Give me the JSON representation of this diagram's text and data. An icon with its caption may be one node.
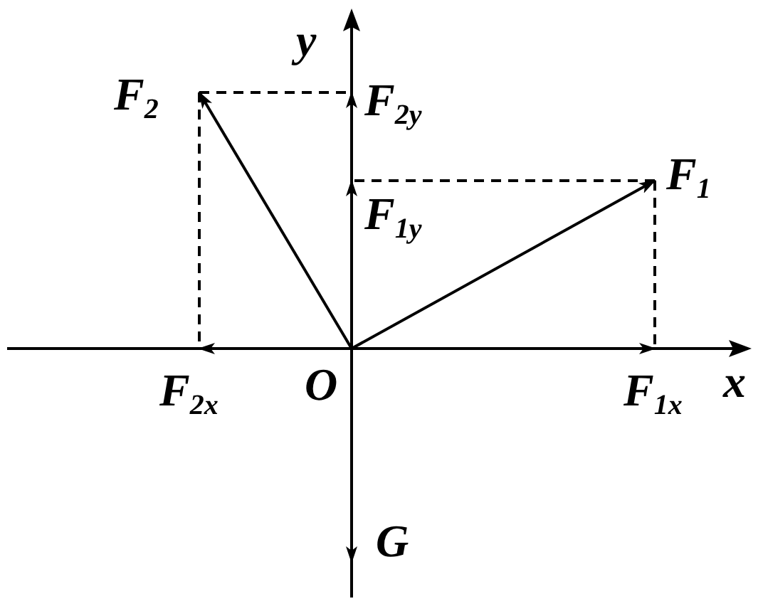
{
  "diagram": {
    "nodes": [
      {
        "text": [
          "O"
        ]
      },
      {
        "text": [
          "F$_{1}$"
        ]
      },
      {
        "text": [
          "F$_{2}$"
        ]
      },
      {
        "text": [
          "F$_{1x}$"
        ]
      },
      {
        "text": [
          "F$_{1y}$"
        ]
      },
      {
        "text": [
          "F$_{2x}$"
        ]
      },
      {
        "text": [
          "F$_{2y}$"
        ]
      },
      {
        "text": [
          "G"
        ]
      }
    ],
    "edges": [
      {
        "from": 0,
        "to": 1,
        "arrow": "to"
      },
      {
        "from": 0,
        "to": 2,
        "arrow": "to"
      },
      {
        "from": 0,
        "to": 3,
        "arrow": "to"
      },
      {
        "from": 0,
        "to": 4,
        "arrow": "to"
      },
      {
        "from": 0,
        "to": 5,
        "arrow": "to"
      },
      {
        "from": 0,
        "to": 6,
        "arrow": "to"
      },
      {
        "from": 0,
        "to": 7,
        "arrow": "to"
      },
      {
        "from": 1,
        "to": 3,
        "arrow": "none",
        "style": "dashed"
      },
      {
        "from": 1,
        "to": 4,
        "arrow": "none",
        "style": "dashed"
      },
      {
        "from": 2,
        "to": 5,
        "arrow": "none",
        "style": "dashed"
      },
      {
        "from": 2,
        "to": 6,
        "arrow": "none",
        "style": "dashed"
      }
    ],
    "labels": [
      "x",
      "y"
    ]
  }
}
